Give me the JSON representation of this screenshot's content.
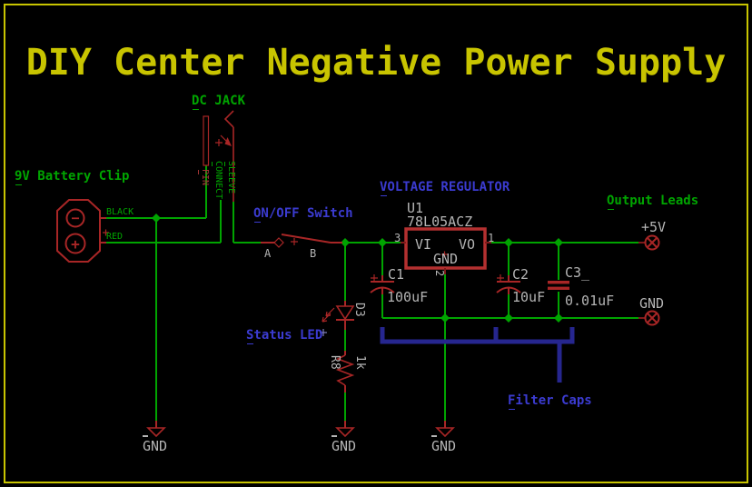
{
  "title": "DIY Center Negative Power Supply",
  "colors": {
    "yellow": "#c8c400",
    "wire": "#00a400",
    "comp": "#a82626",
    "comp_bright": "#b43030",
    "dkred": "#7e1a1a",
    "gray": "#b4b4b4",
    "blue": "#3b3bd0",
    "bracket": "#26268f",
    "pinred": "#a03434",
    "bg": "#000000"
  },
  "labels": {
    "dc_jack": "DC JACK",
    "battery": "9V Battery Clip",
    "switch": "ON/OFF Switch",
    "regulator": "VOLTAGE REGULATOR",
    "output": "Output Leads",
    "status_led": "Status LED",
    "filter_caps": "Filter Caps"
  },
  "battery": {
    "black": "BLACK",
    "red": "RED",
    "minus": "−",
    "plus": "+"
  },
  "jack": {
    "pins": [
      "PIN",
      "CONNECT",
      "SLEEVE"
    ]
  },
  "switch": {
    "a": "A",
    "b": "B"
  },
  "regulator": {
    "designator": "U1",
    "part": "78L05ACZ",
    "vi": "VI",
    "vo": "VO",
    "gnd": "GND",
    "pin_in": "3",
    "pin_out": "1",
    "pin_gnd": "2"
  },
  "caps": [
    {
      "name": "C1",
      "value": "100uF"
    },
    {
      "name": "C2",
      "value": "10uF"
    },
    {
      "name": "C3_",
      "value": "0.01uF"
    }
  ],
  "led": {
    "designator": "D3"
  },
  "resistor": {
    "designator": "R8",
    "value": "1k"
  },
  "output": {
    "v5": "+5V",
    "gnd": "GND"
  },
  "grounds": [
    "GND",
    "GND",
    "GND"
  ]
}
